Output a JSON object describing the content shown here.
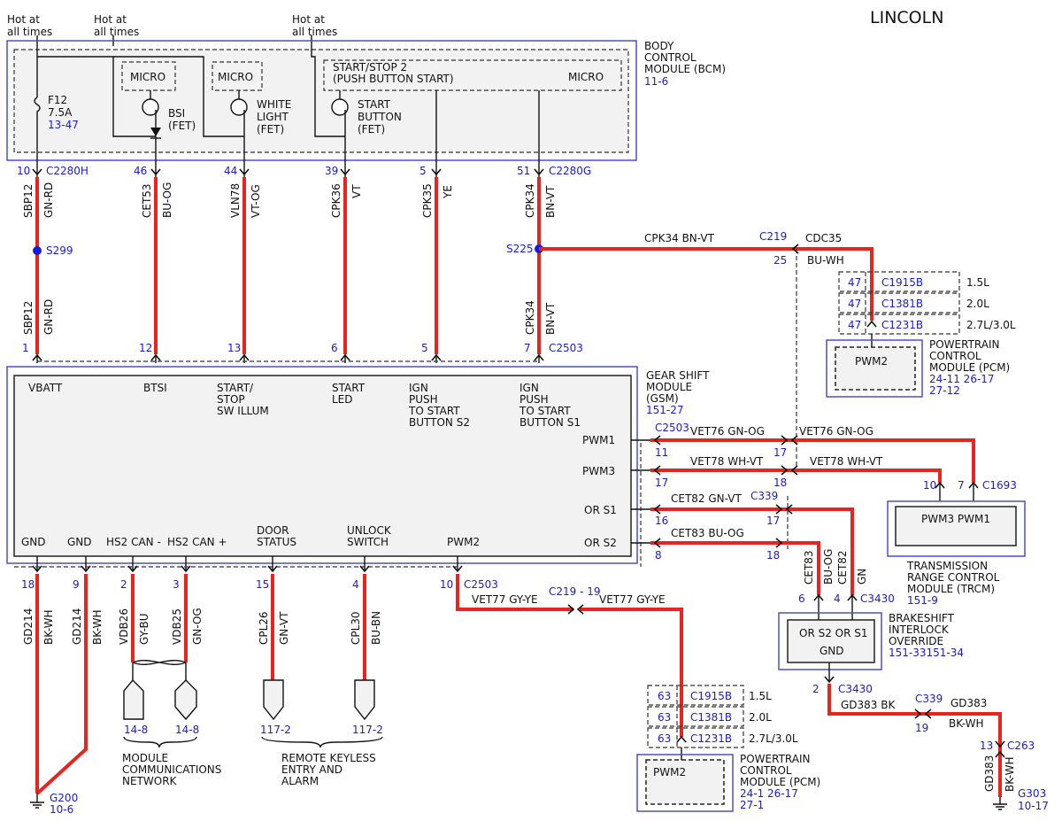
{
  "brand": "LINCOLN",
  "hot_at_all_times": [
    "Hot at",
    "all times"
  ],
  "bcm": {
    "name": [
      "BODY",
      "CONTROL",
      "MODULE (BCM)"
    ],
    "ref": "11-6",
    "micro": "MICRO",
    "fuse": [
      "F12",
      "7.5A"
    ],
    "fuse_ref": "13-47",
    "bsi": [
      "BSI",
      "(FET)"
    ],
    "white_light": [
      "WHITE",
      "LIGHT",
      "(FET)"
    ],
    "start_stop": [
      "START/STOP 2",
      "(PUSH BUTTON START)"
    ],
    "start_button": [
      "START",
      "BUTTON",
      "(FET)"
    ],
    "connector_h": "C2280H",
    "connector_g": "C2280G"
  },
  "top_wires": [
    {
      "pin": "10",
      "circuit": "SBP12",
      "color": "GN-RD"
    },
    {
      "pin": "46",
      "circuit": "CET53",
      "color": "BU-OG"
    },
    {
      "pin": "44",
      "circuit": "VLN78",
      "color": "VT-OG"
    },
    {
      "pin": "39",
      "circuit": "CPK36",
      "color": "VT"
    },
    {
      "pin": "5",
      "circuit": "CPK35",
      "color": "YE"
    },
    {
      "pin": "51",
      "circuit": "CPK34",
      "color": "BN-VT"
    }
  ],
  "splices": {
    "s299": "S299",
    "s225": "S225"
  },
  "lower_wires": [
    {
      "pin": "1",
      "circuit": "SBP12",
      "color": "GN-RD"
    },
    {
      "pin": "12"
    },
    {
      "pin": "13"
    },
    {
      "pin": "6"
    },
    {
      "pin": "5"
    },
    {
      "pin": "7",
      "circuit": "CPK34",
      "color": "BN-VT"
    }
  ],
  "gsm": {
    "connector": "C2503",
    "name": [
      "GEAR SHIFT",
      "MODULE",
      "(GSM)"
    ],
    "ref": "151-27",
    "top_labels": {
      "vbatt": "VBATT",
      "btsi": "BTSI",
      "start_stop_illum": [
        "START/",
        "STOP",
        "SW ILLUM"
      ],
      "start_led": [
        "START",
        "LED"
      ],
      "ign_s2": [
        "IGN",
        "PUSH",
        "TO START",
        "BUTTON S2"
      ],
      "ign_s1": [
        "IGN",
        "PUSH",
        "TO START",
        "BUTTON S1"
      ]
    },
    "right_labels": {
      "pwm1": "PWM1",
      "pwm3": "PWM3",
      "ors1": "OR S1",
      "ors2": "OR S2"
    },
    "bottom_labels": {
      "gnd1": "GND",
      "gnd2": "GND",
      "can_minus": "HS2 CAN -",
      "can_plus": "HS2 CAN +",
      "door": [
        "DOOR",
        "STATUS"
      ],
      "unlock": [
        "UNLOCK",
        "SWITCH"
      ],
      "pwm2": "PWM2"
    }
  },
  "cdc": {
    "circuit_left": "CPK34  BN-VT",
    "c219": "C219",
    "circuit_right": "CDC35",
    "color_right": "BU-WH",
    "pin": "25"
  },
  "pcm_top": {
    "rows": [
      {
        "pin": "47",
        "conn": "C1915B",
        "engine": "1.5L"
      },
      {
        "pin": "47",
        "conn": "C1381B",
        "engine": "2.0L"
      },
      {
        "pin": "47",
        "conn": "C1231B",
        "engine": "2.7L/3.0L"
      }
    ],
    "inner": "PWM2",
    "name": [
      "POWERTRAIN",
      "CONTROL",
      "MODULE (PCM)"
    ],
    "refs": [
      "24-11 26-17",
      "27-12"
    ]
  },
  "pwm_wires": {
    "c2503": "C2503",
    "vet76": "VET76   GN-OG",
    "vet78": "VET78   WH-VT",
    "pins_left": [
      "11",
      "17"
    ],
    "pins_right": [
      "17",
      "18"
    ]
  },
  "trcm": {
    "pins": [
      "10",
      "7"
    ],
    "connector": "C1693",
    "inner": "PWM3 PWM1",
    "name": [
      "TRANSMISSION",
      "RANGE CONTROL",
      "MODULE (TRCM)"
    ],
    "ref": "151-9"
  },
  "or_wires": {
    "cet82": "CET82   GN-VT",
    "cet83": "CET83   BU-OG",
    "c339": "C339",
    "pins_left": [
      "16",
      "8"
    ],
    "pins_right": [
      "17",
      "18"
    ],
    "vert_cet83": "CET83",
    "vert_buog": "BU-OG",
    "vert_cet82": "CET82",
    "vert_gn": "GN"
  },
  "bio": {
    "pins": [
      "6",
      "4"
    ],
    "connector": "C3430",
    "inner_top": "OR S2 OR S1",
    "inner_bottom": "GND",
    "name": [
      "BRAKESHIFT",
      "INTERLOCK",
      "OVERRIDE"
    ],
    "refs": "151-33151-34"
  },
  "gd383": {
    "pin": "2",
    "connector": "C3430",
    "label1": "GD383  BK",
    "c339": "C339",
    "label2": "GD383",
    "label3": "BK-WH",
    "pin19": "19",
    "pin13": "13",
    "c263": "C263",
    "vert": "GD383",
    "vert_color": "BK-WH",
    "ground": "G303",
    "ground_ref": "10-17"
  },
  "bottom_wires": [
    {
      "pin": "18",
      "circuit": "GD214",
      "color": "BK-WH"
    },
    {
      "pin": "9",
      "circuit": "GD214",
      "color": "BK-WH"
    },
    {
      "pin": "2",
      "circuit": "VDB26",
      "color": "GY-BU"
    },
    {
      "pin": "3",
      "circuit": "VDB25",
      "color": "GN-OG"
    },
    {
      "pin": "15",
      "circuit": "CPL26",
      "color": "GN-VT"
    },
    {
      "pin": "4",
      "circuit": "CPL30",
      "color": "BU-BN"
    },
    {
      "pin": "10",
      "connector": "C2503"
    }
  ],
  "ground_g200": {
    "name": "G200",
    "ref": "10-6"
  },
  "network": {
    "refs": [
      "14-8",
      "14-8"
    ],
    "name": [
      "MODULE",
      "COMMUNICATIONS",
      "NETWORK"
    ]
  },
  "keyless": {
    "refs": [
      "117-2",
      "117-2"
    ],
    "name": [
      "REMOTE KEYLESS",
      "ENTRY AND",
      "ALARM"
    ]
  },
  "vet77": {
    "left": "VET77   GY-YE",
    "conn": "C219 - 19",
    "right": "VET77   GY-YE"
  },
  "pcm_bottom": {
    "rows": [
      {
        "pin": "63",
        "conn": "C1915B",
        "engine": "1.5L"
      },
      {
        "pin": "63",
        "conn": "C1381B",
        "engine": "2.0L"
      },
      {
        "pin": "63",
        "conn": "C1231B",
        "engine": "2.7L/3.0L"
      }
    ],
    "inner": "PWM2",
    "name": [
      "POWERTRAIN",
      "CONTROL",
      "MODULE (PCM)"
    ],
    "refs": [
      "24-1   26-17",
      "27-1"
    ]
  },
  "colors": {
    "wire": "#e8241f",
    "ref": "#1a1adb",
    "frame": "#4b4be0"
  }
}
